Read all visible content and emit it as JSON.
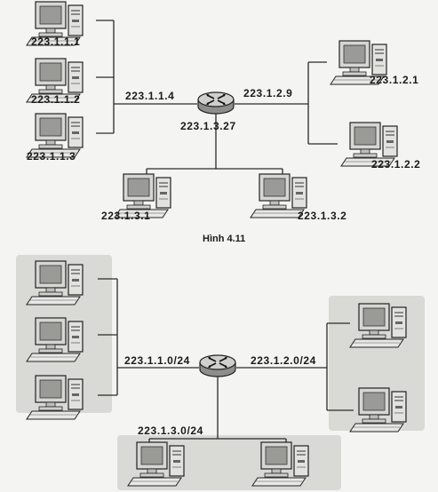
{
  "figure1": {
    "caption": "Hình 4.11",
    "hosts_left": [
      "223.1.1.1",
      "223.1.1.2",
      "223.1.1.3"
    ],
    "hosts_right": [
      "223.1.2.1",
      "223.1.2.2"
    ],
    "hosts_bottom": [
      "223.1.3.1",
      "223.1.3.2"
    ],
    "router_interfaces": {
      "left": "223.1.1.4",
      "right": "223.1.2.9",
      "bottom": "223.1.3.27"
    }
  },
  "figure2": {
    "subnets": {
      "left": "223.1.1.0/24",
      "right": "223.1.2.0/24",
      "bottom": "223.1.3.0/24"
    }
  },
  "icons": {
    "computer": "computer-icon",
    "router": "router-icon"
  }
}
